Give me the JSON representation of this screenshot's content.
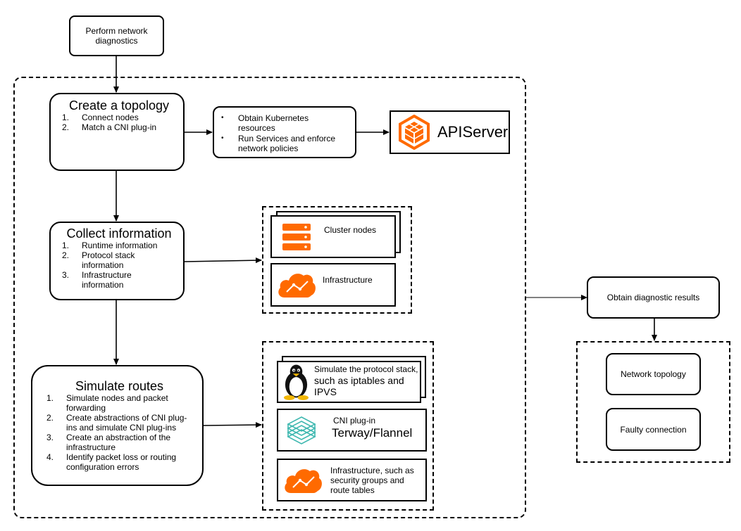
{
  "start": {
    "label": "Perform network diagnostics"
  },
  "topology": {
    "title": "Create a topology",
    "steps": [
      {
        "num": "1.",
        "text": "Connect nodes"
      },
      {
        "num": "2.",
        "text": "Match a CNI plug-in"
      }
    ]
  },
  "k8s": {
    "items": [
      "Obtain Kubernetes resources",
      "Run Services and enforce network policies"
    ]
  },
  "apiserver": {
    "label": "APIServer"
  },
  "collect": {
    "title": "Collect information",
    "steps": [
      {
        "num": "1.",
        "text": "Runtime information"
      },
      {
        "num": "2.",
        "text": "Protocol stack information"
      },
      {
        "num": "3.",
        "text": "Infrastructure information"
      }
    ]
  },
  "collect_targets": {
    "cluster_nodes": "Cluster nodes",
    "infrastructure": "Infrastructure"
  },
  "simulate": {
    "title": "Simulate routes",
    "steps": [
      {
        "num": "1.",
        "text": "Simulate nodes and packet forwarding"
      },
      {
        "num": "2.",
        "text": "Create abstractions of CNI plug-ins and simulate CNI plug-ins"
      },
      {
        "num": "3.",
        "text": "Create an abstraction of the infrastructure"
      },
      {
        "num": "4.",
        "text": "Identify packet loss or routing configuration errors"
      }
    ]
  },
  "simulate_targets": {
    "protocol_line1": "Simulate the protocol stack,",
    "protocol_line2": "such as iptables and IPVS",
    "cni_line1": "CNI plug-in",
    "cni_line2": "Terway/Flannel",
    "infra": "Infrastructure, such as security groups and route tables"
  },
  "results": {
    "label": "Obtain diagnostic results",
    "items": [
      "Network topology",
      "Faulty connection"
    ]
  },
  "colors": {
    "accent": "#ff6a00",
    "teal": "#3fb8b0"
  },
  "icons": {
    "apiserver": "cube-hexagon-icon",
    "server": "server-stack-icon",
    "cloud": "cloud-icon",
    "linux": "penguin-icon",
    "cni": "stacked-layers-icon"
  }
}
